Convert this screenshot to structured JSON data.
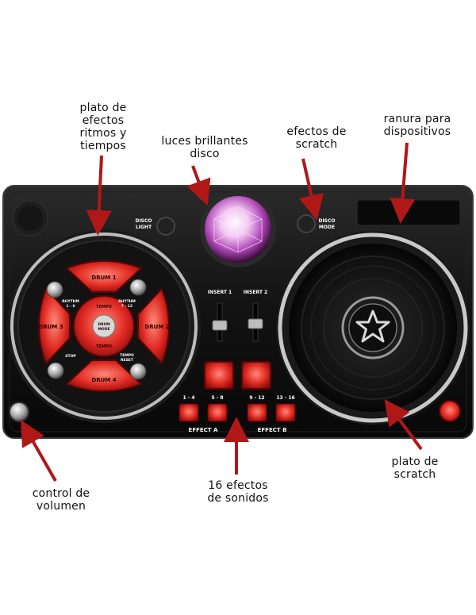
{
  "callouts": {
    "drum_pad": "plato de\nefectos\nritmos y\ntiempos",
    "disco_lights": "luces brillantes\ndisco",
    "scratch_effects": "efectos de\nscratch",
    "device_slot": "ranura para\ndispositivos",
    "volume": "control de\nvolumen",
    "sound_effects": "16 efectos\nde sonidos",
    "scratch_plate": "plato de\nscratch"
  },
  "device": {
    "disco_light": "DISCO\nLIGHT",
    "disco_mode": "DISCO\nMODE",
    "insert_1": "INSERT 1",
    "insert_2": "INSERT 2",
    "drum_1": "DRUM 1",
    "drum_2": "DRUM 2",
    "drum_3": "DRUM 3",
    "drum_4": "DRUM 4",
    "drum_mode": "DRUM\nMODE",
    "tempo_up": "TEMPO",
    "tempo_down": "TEMPO",
    "rhythm_1_6": "RHYTHM\n1 - 6",
    "rhythm_7_12": "RHYTHM\n7 - 12",
    "stop": "STOP",
    "tempo_reset": "TEMPO\nRESET",
    "fx_1_4": "1 - 4",
    "fx_5_8": "5 - 8",
    "fx_9_12": "9 - 12",
    "fx_13_16": "13 - 16",
    "effect_a": "EFFECT A",
    "effect_b": "EFFECT B"
  },
  "colors": {
    "body": "#141414",
    "red": "#d81d1d",
    "red_glow": "#ff5a4a",
    "chrome": "#c9c9c9",
    "arrow": "#b01818"
  }
}
